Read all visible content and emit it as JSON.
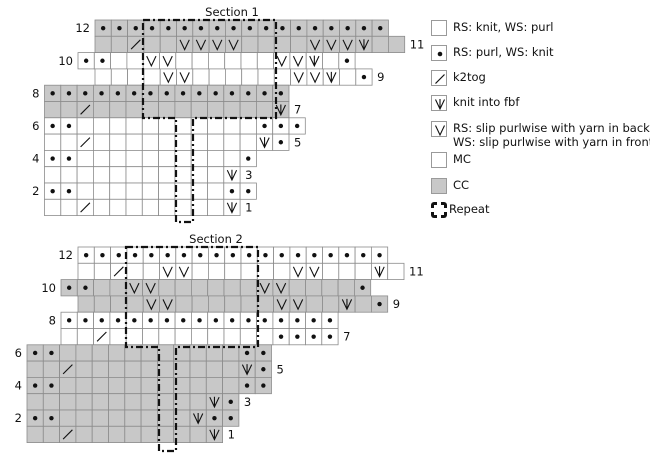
{
  "sections": [
    {
      "title": "Section 1",
      "rows": [
        {
          "row": 12,
          "label_side": "left",
          "color": "CC",
          "cells": ".................."
        },
        {
          "row": 11,
          "label_side": "right",
          "color": "CC",
          "cells": "  /  ssss    sssW  "
        },
        {
          "row": 10,
          "label_side": "left",
          "color": "MC",
          "cells": "..  ss      ssW ."
        },
        {
          "row": 9,
          "label_side": "right",
          "color": "MC",
          "cells": "    ss      ssW ."
        },
        {
          "row": 8,
          "label_side": "left",
          "color": "CC",
          "cells": "..............."
        },
        {
          "row": 7,
          "label_side": "right",
          "color": "CC",
          "cells": "  /           W"
        },
        {
          "row": 6,
          "label_side": "left",
          "color": "MC",
          "cells": "..           ..."
        },
        {
          "row": 5,
          "label_side": "right",
          "color": "MC",
          "cells": "  /          W."
        },
        {
          "row": 4,
          "label_side": "left",
          "color": "MC",
          "cells": "..          ."
        },
        {
          "row": 3,
          "label_side": "right",
          "color": "MC",
          "cells": "           W"
        },
        {
          "row": 2,
          "label_side": "left",
          "color": "MC",
          "cells": "..         .."
        },
        {
          "row": 1,
          "label_side": "right",
          "color": "MC",
          "cells": "  /        W"
        }
      ]
    },
    {
      "title": "Section 2",
      "rows": [
        {
          "row": 12,
          "label_side": "left",
          "color": "MC",
          "cells": "..................."
        },
        {
          "row": 11,
          "label_side": "right",
          "color": "MC",
          "cells": "  /  ss      ss   W "
        },
        {
          "row": 10,
          "label_side": "left",
          "color": "CC",
          "cells": "..  ss      ss    ."
        },
        {
          "row": 9,
          "label_side": "right",
          "color": "CC",
          "cells": "    ss      ss  W ."
        },
        {
          "row": 8,
          "label_side": "left",
          "color": "MC",
          "cells": "................."
        },
        {
          "row": 7,
          "label_side": "right",
          "color": "MC",
          "cells": "  /          ...."
        },
        {
          "row": 6,
          "label_side": "left",
          "color": "CC",
          "cells": "..           .."
        },
        {
          "row": 5,
          "label_side": "right",
          "color": "CC",
          "cells": "  /          W."
        },
        {
          "row": 4,
          "label_side": "left",
          "color": "CC",
          "cells": "..           .."
        },
        {
          "row": 3,
          "label_side": "right",
          "color": "CC",
          "cells": "           W."
        },
        {
          "row": 2,
          "label_side": "left",
          "color": "CC",
          "cells": "..        W.."
        },
        {
          "row": 1,
          "label_side": "right",
          "color": "CC",
          "cells": "  /        W"
        }
      ]
    }
  ],
  "legend": [
    {
      "symbol": "blank",
      "lines": [
        "RS: knit, WS: purl"
      ]
    },
    {
      "symbol": "dot",
      "lines": [
        "RS: purl, WS: knit"
      ]
    },
    {
      "symbol": "slash",
      "lines": [
        "k2tog"
      ]
    },
    {
      "symbol": "fbf",
      "lines": [
        "knit into fbf"
      ]
    },
    {
      "symbol": "slip",
      "lines": [
        "RS: slip purlwise with yarn in back",
        "WS: slip purlwise with yarn in front"
      ]
    },
    {
      "symbol": "mc",
      "lines": [
        "MC"
      ]
    },
    {
      "symbol": "cc",
      "lines": [
        "CC"
      ]
    },
    {
      "symbol": "repeat",
      "lines": [
        "Repeat"
      ]
    }
  ],
  "colors": {
    "MC": "#ffffff",
    "CC": "#c8c8c8",
    "grid": "#8c8c8c",
    "ink": "#111111"
  }
}
